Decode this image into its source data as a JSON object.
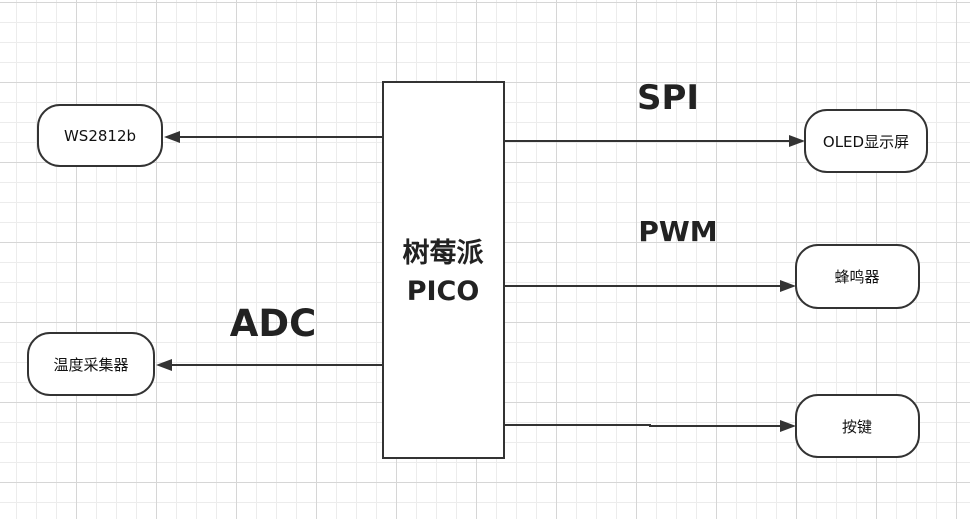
{
  "center": {
    "line1": "树莓派",
    "line2": "PICO"
  },
  "nodes": {
    "ws2812b": "WS2812b",
    "temp": "温度采集器",
    "oled": "OLED显示屏",
    "buzzer": "蜂鸣器",
    "button": "按键"
  },
  "edge_labels": {
    "spi": "SPI",
    "pwm": "PWM",
    "adc": "ADC"
  }
}
